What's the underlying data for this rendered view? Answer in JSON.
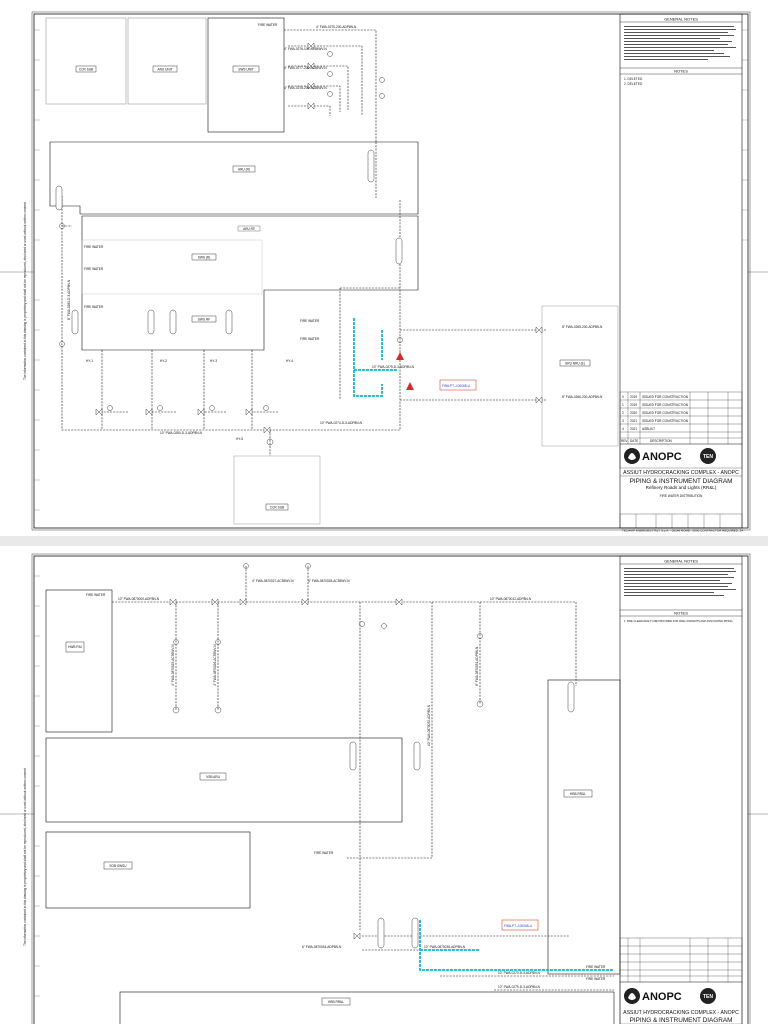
{
  "sheet1": {
    "general_notes_title": "GENERAL NOTES",
    "notes_title": "NOTES",
    "notes": [
      "1. DELETED",
      "2. DELETED"
    ],
    "units": {
      "u1": "CCR SUB",
      "u2": "ARU UNIT",
      "u3": "SWS UNIT",
      "u4": "ARU (R)",
      "u5": "ARU RF",
      "u6": "SWS (R)",
      "u7": "SWS RF",
      "u8": "SRU NRU (E)",
      "u9": "CCR SUB"
    },
    "lines": {
      "l1": "4\" FWA-0275-200-ADP8N-N",
      "l2": "4\" FWA-0276-100-AC55WV-N",
      "l3": "4\" FWA-0277-200-AC55WV-N",
      "l4": "4\" FWA-0278-209-AC55WV-N",
      "l5": "10\" FWA-0279-D-3-ADP8N-N",
      "l6": "10\" FWA-0280-D-3-ADP8N-N",
      "l7": "8\" FWA-0265-200-ADP8N-N",
      "l8": "8\" FWA-0266-200-ADP8N-N",
      "l9": "10\" FWA-0274-D-3-ADP8N-N",
      "l10": "6\" FWA-0281-D-3-ADP8N-N"
    },
    "fire_water": "FIRE WATER",
    "hydrants": [
      "HY-1",
      "HY-2",
      "HY-3",
      "HY-4",
      "HY-5"
    ],
    "highlight_label": "FWA-PT-J-00068-U",
    "revisions": [
      {
        "rev": "0",
        "date": "2019",
        "desc": "ISSUED FOR CONSTRUCTION"
      },
      {
        "rev": "1",
        "date": "2019",
        "desc": "ISSUED FOR CONSTRUCTION"
      },
      {
        "rev": "2",
        "date": "2020",
        "desc": "ISSUED FOR CONSTRUCTION"
      },
      {
        "rev": "3",
        "date": "2021",
        "desc": "ISSUED FOR CONSTRUCTION"
      },
      {
        "rev": "4",
        "date": "2021",
        "desc": "ASBUILT"
      },
      {
        "rev": "REV",
        "date": "DATE",
        "desc": "DESCRIPTION"
      }
    ],
    "company": "ANOPC",
    "project": "ASSIUT HYDROCRACKING COMPLEX - ANOPC",
    "drawing_title": "PIPING & INSTRUMENT DIAGRAM",
    "sub_title": "Refinery Roads and Lights (RR&L)",
    "sub_title_2": "FIRE WATER DISTRIBUTION",
    "footer": "TECHNIP ENERGIES ITALY S.p.A. - 00148 ROME - 0000 CONTRACTOR REQUIRED, 2A",
    "contractor": "TEN"
  },
  "sheet2": {
    "general_notes_title": "GENERAL NOTES",
    "notes_title": "NOTES",
    "notes": [
      "1. FIRE CLEARANCE TO BE PROVIDED FOR FIRE HYDRANTS AND ASSOCIATED PIPING"
    ],
    "units": {
      "u1": "HWB RIU",
      "u2": "VSB ARU",
      "u3": "SOB SWSU",
      "u4": "HBB RR&L",
      "u5": "HBB RR&L"
    },
    "lines": {
      "l1": "10\" FWA-0870000-ADP8N-N",
      "l2": "4\" FWA-0870027-AC55WV-N",
      "l3": "4\" FWA-0870028-AC55WV-N",
      "l4": "10\" FWA-0870012-ADP8N-N",
      "l5": "4\" FWA-0870025-AC55WV-N",
      "l6": "4\" FWA-0870026-AC55WV-N",
      "l7": "10\" FWA-0870032-ADP8N-N",
      "l8": "6\" FWA-0870031-ADP8N-N",
      "l9": "6\" FWA-0870034-ADP8N-N",
      "l10": "10\" FWA-0870035-ADP8N-N",
      "l11": "10\" FWA-0270-D-3-ADP8N-N",
      "l12": "10\" FWA-0279-D-3-ADP8N-N"
    },
    "fire_water": "FIRE WATER",
    "highlight_label": "FWA-PT-J-00068-U",
    "company": "ANOPC",
    "project": "ASSIUT HYDROCRACKING COMPLEX - ANOPC",
    "drawing_title": "PIPING & INSTRUMENT DIAGRAM",
    "contractor": "TEN"
  },
  "colors": {
    "line": "#111111",
    "highlight": "#19b5c9",
    "marker": "#d62a2a",
    "callout": "#d84a2c",
    "callout_text": "#2340c8"
  }
}
